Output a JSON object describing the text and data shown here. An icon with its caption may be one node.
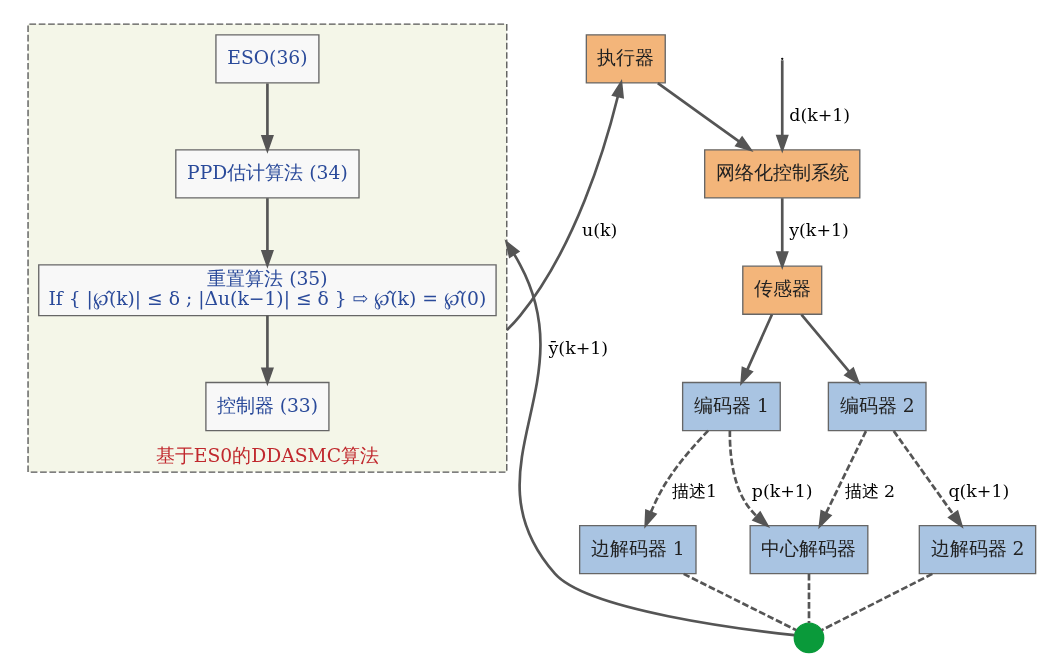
{
  "diagram": {
    "nodes": [
      {
        "text": [
          "网络化控制系统"
        ]
      },
      {
        "text": [
          "传感器"
        ]
      },
      {
        "text": [
          "编码器 1"
        ]
      },
      {
        "text": [
          "编码器 2"
        ]
      },
      {
        "text": [
          "边解码器 1"
        ]
      },
      {
        "text": [
          "中心解码器"
        ]
      },
      {
        "text": [
          "边解码器 2"
        ]
      },
      {
        "text": [],
        "shape": "circle"
      },
      {
        "text": [
          "基于ES0的DDASMC算法"
        ]
      },
      {
        "text": [
          "ESO(36)"
        ],
        "in": 8
      },
      {
        "text": [
          "PPD估计算法 (34)"
        ],
        "in": 8
      },
      {
        "text": [
          "重置算法 (35)",
          "If { |℘̂(k)| ≤ δ ; |Δu(k−1)| ≤ δ } ⇨ ℘̂(k) = ℘̂(0)"
        ],
        "in": 8
      },
      {
        "text": [
          "控制器 (33)"
        ],
        "in": 8
      },
      {
        "text": [
          "执行器"
        ]
      }
    ],
    "edges": [
      {
        "from": null,
        "to": 0,
        "arrow": "to",
        "label": "d(k+1)"
      },
      {
        "from": 0,
        "to": 1,
        "arrow": "to",
        "label": "y(k+1)"
      },
      {
        "from": 1,
        "to": 2,
        "arrow": "to"
      },
      {
        "from": 1,
        "to": 3,
        "arrow": "to"
      },
      {
        "from": 2,
        "to": 4,
        "arrow": "to",
        "style": "dashed",
        "label": "描述1"
      },
      {
        "from": 2,
        "to": 5,
        "arrow": "to",
        "style": "dashed",
        "label": "p(k+1)"
      },
      {
        "from": 3,
        "to": 5,
        "arrow": "to",
        "style": "dashed",
        "label": "描述 2"
      },
      {
        "from": 3,
        "to": 6,
        "arrow": "to",
        "style": "dashed",
        "label": "q(k+1)"
      },
      {
        "from": 4,
        "to": 7,
        "arrow": "none",
        "style": "dashed"
      },
      {
        "from": 5,
        "to": 7,
        "arrow": "none",
        "style": "dashed"
      },
      {
        "from": 6,
        "to": 7,
        "arrow": "none",
        "style": "dashed"
      },
      {
        "from": 7,
        "to": 8,
        "arrow": "to",
        "label": "ȳ(k+1)"
      },
      {
        "from": 9,
        "to": 10,
        "arrow": "to"
      },
      {
        "from": 10,
        "to": 11,
        "arrow": "to"
      },
      {
        "from": 11,
        "to": 12,
        "arrow": "to"
      },
      {
        "from": 8,
        "to": 13,
        "arrow": "to",
        "label": "u(k)"
      },
      {
        "from": 13,
        "to": 0,
        "arrow": "to"
      }
    ]
  }
}
